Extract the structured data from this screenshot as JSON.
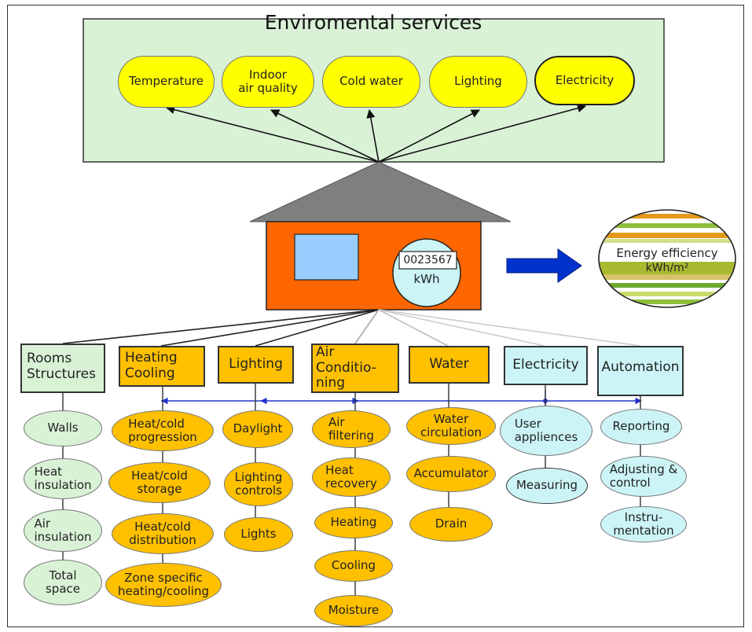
{
  "title": "Enviromental services",
  "services": [
    "Temperature",
    "Indoor\nair quality",
    "Cold water",
    "Lighting",
    "Electricity"
  ],
  "meter": {
    "reading": "0023567",
    "unit": "kWh"
  },
  "efficiency": {
    "label": "Energy efficiency",
    "unit": "kWh/m²"
  },
  "categories": [
    {
      "label": "Rooms\nStructures",
      "items": [
        "Walls",
        "Heat\ninsulation",
        "Air\ninsulation",
        "Total\nspace"
      ]
    },
    {
      "label": "Heating\nCooling",
      "items": [
        "Heat/cold\nprogression",
        "Heat/cold\nstorage",
        "Heat/cold\ndistribution",
        "Zone specific\nheating/cooling"
      ]
    },
    {
      "label": "Lighting",
      "items": [
        "Daylight",
        "Lighting\ncontrols",
        "Lights"
      ]
    },
    {
      "label": "Air\nConditio-\nning",
      "items": [
        "Air\nfiltering",
        "Heat\nrecovery",
        "Heating",
        "Cooling",
        "Moisture"
      ]
    },
    {
      "label": "Water",
      "items": [
        "Water\ncirculation",
        "Accumulator",
        "Drain"
      ]
    },
    {
      "label": "Electricity",
      "items": [
        "User\nappliences",
        "Measuring"
      ]
    },
    {
      "label": "Automation",
      "items": [
        "Reporting",
        "Adjusting &\ncontrol",
        "Instru-\nmentation"
      ]
    }
  ],
  "colors": {
    "services_panel": "#d9f2d6",
    "service_pill": "#ffff00",
    "roof": "#7f7f7f",
    "house": "#ff6600",
    "window": "#99ccff",
    "meter": "#ccf4f6",
    "arrow": "#0033cc",
    "orange_node": "#ffc000",
    "green_node": "#d9f2d6",
    "cyan_node": "#ccf4f6"
  }
}
